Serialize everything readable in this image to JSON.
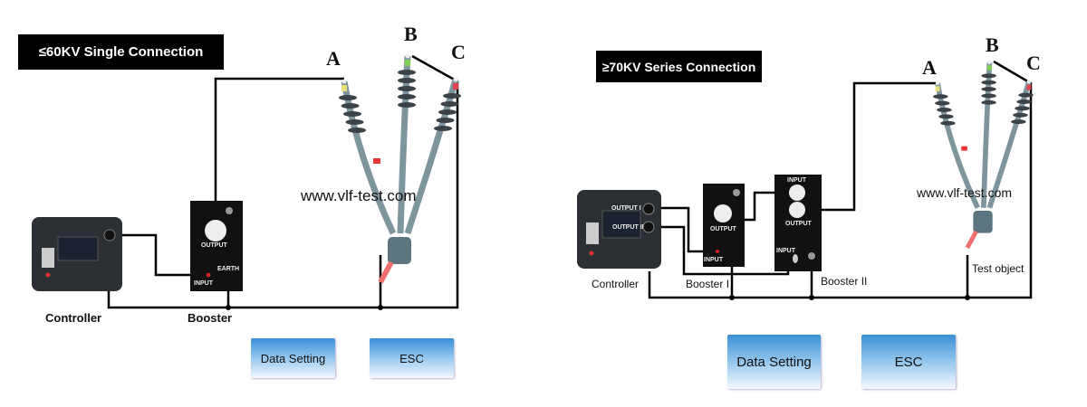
{
  "left": {
    "title": "≤60KV Single Connection",
    "phases": {
      "a": "A",
      "b": "B",
      "c": "C"
    },
    "watermark": "www.vlf-test.com",
    "labels": {
      "controller": "Controller",
      "booster": "Booster"
    },
    "device_text": {
      "output": "OUTPUT",
      "input": "INPUT",
      "earth": "EARTH"
    },
    "buttons": {
      "data_setting": "Data Setting",
      "esc": "ESC"
    }
  },
  "right": {
    "title": "≥70KV Series Connection",
    "phases": {
      "a": "A",
      "b": "B",
      "c": "C"
    },
    "watermark": "www.vlf-test.com",
    "labels": {
      "controller": "Controller",
      "booster1": "Booster I",
      "booster2": "Booster II",
      "test_object": "Test object"
    },
    "device_text": {
      "output1": "OUTPUT I",
      "output2": "OUTPUT II",
      "output": "OUTPUT",
      "input": "INPUT"
    },
    "buttons": {
      "data_setting": "Data Setting",
      "esc": "ESC"
    }
  },
  "colors": {
    "button_top": "#3a8fd6",
    "button_bottom": "#f4f9fe",
    "title_bg": "#000000",
    "wire": "#000000"
  }
}
